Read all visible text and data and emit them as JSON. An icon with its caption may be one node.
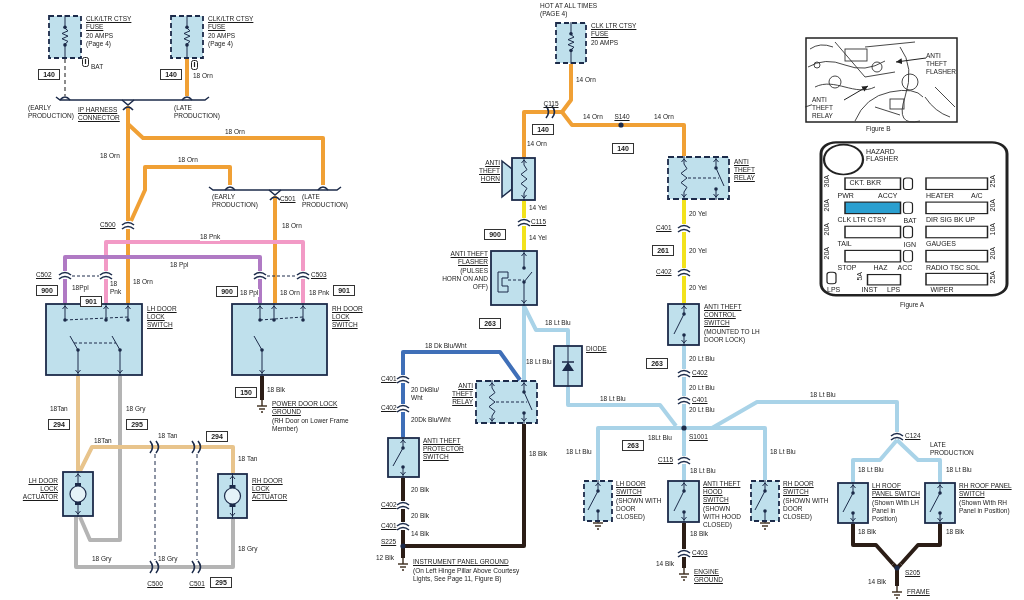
{
  "diagram": {
    "nodes": [
      {
        "text": [
          "CLK/LTR CTSY FUSE",
          "20 AMPS (Page 4)"
        ]
      },
      {
        "text": [
          "CLK/LTR CTSY FUSE",
          "20 AMPS (Page 4)"
        ]
      },
      {
        "text": [
          "(EARLY PRODUCTION)",
          "IP HARNESS CONNECTOR",
          "(LATE PRODUCTION)"
        ]
      },
      {
        "text": [
          "C500"
        ]
      },
      {
        "text": [
          "(EARLY PRODUCTION)",
          "C501",
          "(LATE PRODUCTION)"
        ]
      },
      {
        "text": [
          "LH DOOR LOCK SWITCH"
        ]
      },
      {
        "text": [
          "RH DOOR LOCK SWITCH"
        ]
      },
      {
        "text": [
          "C502"
        ]
      },
      {
        "text": [
          "C503"
        ]
      },
      {
        "text": [
          "POWER DOOR LOCK GROUND",
          "(RH Door on Lower Frame Member)"
        ]
      },
      {
        "text": [
          "LH DOOR LOCK ACTUATOR"
        ]
      },
      {
        "text": [
          "C500"
        ]
      },
      {
        "text": [
          "C501"
        ]
      },
      {
        "text": [
          "RH DOOR LOCK ACTUATOR"
        ]
      },
      {
        "text": [
          "CLK LTR CTSY FUSE",
          "20 AMPS"
        ],
        "beside": [
          "HOT AT ALL TIMES (PAGE 4)"
        ]
      },
      {
        "text": [
          "C115"
        ]
      },
      {
        "text": [
          "ANTI THEFT HORN"
        ]
      },
      {
        "text": [
          "S140"
        ]
      },
      {
        "text": [
          "ANTI THEFT RELAY"
        ]
      },
      {
        "text": [
          "C115"
        ]
      },
      {
        "text": [
          "ANTI THEFT FLASHER",
          "(PULSES HORN ON AND OFF)"
        ]
      },
      {
        "text": [
          "C401"
        ]
      },
      {
        "text": [
          "C402"
        ]
      },
      {
        "text": [
          "ANTI THEFT CONTROL SWITCH",
          "(MOUNTED TO LH DOOR LOCK)"
        ]
      },
      {
        "text": [
          "C402"
        ]
      },
      {
        "text": [
          "C401"
        ]
      },
      {
        "text": [
          "S1001"
        ]
      },
      {
        "text": [
          "DIODE"
        ]
      },
      {
        "text": [
          "ANTI THEFT RELAY"
        ]
      },
      {
        "text": [
          "C401"
        ]
      },
      {
        "text": [
          "C402"
        ]
      },
      {
        "text": [
          "ANTI THEFT PROTECTOR SWITCH"
        ]
      },
      {
        "text": [
          "C402"
        ]
      },
      {
        "text": [
          "C401"
        ]
      },
      {
        "text": [
          "S225"
        ]
      },
      {
        "text": [
          "INSTRUMENT PANEL GROUND",
          "(On Left Hinge Pillar Above Courtesy Lights, See Page 11, Figure B)"
        ]
      },
      {
        "text": [
          "LH DOOR SWITCH",
          "(SHOWN WITH DOOR CLOSED)"
        ]
      },
      {
        "text": [
          "C115"
        ]
      },
      {
        "text": [
          "ANTI THEFT HOOD SWITCH",
          "(SHOWN WITH HOOD CLOSED)"
        ]
      },
      {
        "text": [
          "C403"
        ]
      },
      {
        "text": [
          "ENGINE GROUND"
        ]
      },
      {
        "text": [
          "RH DOOR SWITCH",
          "(SHOWN WITH DOOR CLOSED)"
        ]
      },
      {
        "text": [
          "C124"
        ]
      },
      {
        "text": [
          "LH ROOF PANEL SWITCH",
          "(Shown With LH Panel in Position)"
        ]
      },
      {
        "text": [
          "RH ROOF PANEL SWITCH",
          "(Shown With RH Panel in Position)"
        ]
      },
      {
        "text": [
          "S205"
        ]
      },
      {
        "text": [
          "FRAME"
        ]
      },
      {
        "text": [],
        "shape": "picture"
      },
      {
        "text": [
          "ANTI THEFT FLASHER"
        ],
        "in": 47
      },
      {
        "text": [
          "ANTI THEFT RELAY"
        ],
        "in": 47
      },
      {
        "text": [],
        "shape": "picture"
      },
      {
        "text": [
          "140"
        ]
      },
      {
        "text": [
          "140"
        ]
      },
      {
        "text": [
          "900"
        ]
      },
      {
        "text": [
          "901"
        ]
      },
      {
        "text": [
          "900"
        ]
      },
      {
        "text": [
          "901"
        ]
      },
      {
        "text": [
          "150"
        ]
      },
      {
        "text": [
          "294"
        ]
      },
      {
        "text": [
          "295"
        ]
      },
      {
        "text": [
          "294"
        ]
      },
      {
        "text": [
          "295"
        ]
      },
      {
        "text": [
          "140"
        ]
      },
      {
        "text": [
          "140"
        ]
      },
      {
        "text": [
          "900"
        ]
      },
      {
        "text": [
          "261"
        ]
      },
      {
        "text": [
          "263"
        ]
      },
      {
        "text": [
          "263"
        ]
      },
      {
        "text": [
          "263"
        ]
      }
    ],
    "edges": [
      {
        "from": 0,
        "to": 2,
        "arrow": "none",
        "style": "dashed",
        "color": "#666666"
      },
      {
        "from": 1,
        "to": 2,
        "arrow": "none",
        "label": "18 Orn",
        "color": "#f0a035"
      },
      {
        "from": 2,
        "to": 3,
        "arrow": "none",
        "label": "18 Orn",
        "color": "#f0a035"
      },
      {
        "from": 2,
        "to": 4,
        "arrow": "none",
        "label": "18 Orn",
        "color": "#f0a035"
      },
      {
        "from": 3,
        "to": 4,
        "arrow": "none",
        "label": "18 Orn",
        "color": "#f0a035"
      },
      {
        "from": 3,
        "to": 5,
        "arrow": "none",
        "label": "18 Orn",
        "color": "#f0a035"
      },
      {
        "from": 4,
        "to": 6,
        "arrow": "none",
        "label": "18 Orn",
        "color": "#f0a035"
      },
      {
        "from": 7,
        "to": 8,
        "arrow": "none",
        "label": "18 Pnk",
        "color": "#f29ac6"
      },
      {
        "from": 7,
        "to": 8,
        "arrow": "none",
        "label": "18 Ppl",
        "color": "#b07ac4"
      },
      {
        "from": 7,
        "to": 5,
        "arrow": "none",
        "label": "18Ppl",
        "color": "#b07ac4"
      },
      {
        "from": 7,
        "to": 5,
        "arrow": "none",
        "label": "18 Pnk",
        "color": "#f29ac6"
      },
      {
        "from": 8,
        "to": 6,
        "arrow": "none",
        "label": "18 Ppl",
        "color": "#b07ac4"
      },
      {
        "from": 8,
        "to": 6,
        "arrow": "none",
        "label": "18 Pnk",
        "color": "#f29ac6"
      },
      {
        "from": 6,
        "to": 9,
        "arrow": "none",
        "label": "18 Blk",
        "color": "#2b1d16"
      },
      {
        "from": 5,
        "to": 10,
        "arrow": "none",
        "label": "18Tan",
        "color": "#e8c48c"
      },
      {
        "from": 5,
        "to": 10,
        "arrow": "none",
        "label": "18 Gry",
        "color": "#b4b4b4"
      },
      {
        "from": 10,
        "to": 11,
        "arrow": "none",
        "label": "18Tan",
        "color": "#e8c48c"
      },
      {
        "from": 10,
        "to": 11,
        "arrow": "none",
        "label": "18 Gry",
        "color": "#b4b4b4"
      },
      {
        "from": 11,
        "to": 12,
        "arrow": "none",
        "label": "18 Tan",
        "color": "#e8c48c"
      },
      {
        "from": 11,
        "to": 12,
        "arrow": "none",
        "label": "18 Gry",
        "color": "#b4b4b4"
      },
      {
        "from": 12,
        "to": 13,
        "arrow": "none",
        "label": "18 Tan",
        "color": "#e8c48c"
      },
      {
        "from": 12,
        "to": 13,
        "arrow": "none",
        "label": "18 Gry",
        "color": "#b4b4b4"
      },
      {
        "from": 14,
        "to": 15,
        "arrow": "none",
        "label": "14 Orn",
        "color": "#f0a035"
      },
      {
        "from": 15,
        "to": 16,
        "arrow": "none",
        "label": "14 Orn",
        "color": "#f0a035"
      },
      {
        "from": 15,
        "to": 17,
        "arrow": "none",
        "label": "14 Orn",
        "color": "#f0a035"
      },
      {
        "from": 17,
        "to": 18,
        "arrow": "none",
        "label": "14 Orn",
        "color": "#f0a035"
      },
      {
        "from": 16,
        "to": 19,
        "arrow": "none",
        "label": "14 Yel",
        "color": "#f2e21c"
      },
      {
        "from": 19,
        "to": 20,
        "arrow": "none",
        "label": "14 Yel",
        "color": "#f2e21c"
      },
      {
        "from": 18,
        "to": 21,
        "arrow": "none",
        "label": "20 Yel",
        "color": "#f2e21c"
      },
      {
        "from": 21,
        "to": 22,
        "arrow": "none",
        "label": "20 Yel",
        "color": "#f2e21c"
      },
      {
        "from": 22,
        "to": 23,
        "arrow": "none",
        "label": "20 Yel",
        "color": "#f2e21c"
      },
      {
        "from": 23,
        "to": 24,
        "arrow": "none",
        "label": "20 Lt Blu"
      },
      {
        "from": 24,
        "to": 25,
        "arrow": "none",
        "label": "20 Lt Blu"
      },
      {
        "from": 25,
        "to": 26,
        "arrow": "none",
        "label": "20 Lt Blu"
      },
      {
        "from": 20,
        "to": 28,
        "arrow": "none",
        "label": "18 Lt Blu"
      },
      {
        "from": 20,
        "to": 27,
        "arrow": "none",
        "label": "18 Lt Blu"
      },
      {
        "from": 27,
        "to": 26,
        "arrow": "none",
        "label": "18 Lt Blu"
      },
      {
        "from": 28,
        "to": 29,
        "arrow": "none",
        "label": "18 Dk Blu/Wht",
        "color": "#3f6fb8"
      },
      {
        "from": 29,
        "to": 30,
        "arrow": "none",
        "label": "20 DkBlu/ Wht",
        "color": "#3f6fb8"
      },
      {
        "from": 30,
        "to": 31,
        "arrow": "none",
        "label": "20Dk Blu/Wht",
        "color": "#3f6fb8"
      },
      {
        "from": 31,
        "to": 32,
        "arrow": "none",
        "label": "20 Blk",
        "color": "#2b1d16"
      },
      {
        "from": 32,
        "to": 33,
        "arrow": "none",
        "label": "20 Blk",
        "color": "#2b1d16"
      },
      {
        "from": 33,
        "to": 34,
        "arrow": "none",
        "label": "14 Blk",
        "color": "#2b1d16"
      },
      {
        "from": 34,
        "to": 35,
        "arrow": "none",
        "label": "12 Blk",
        "color": "#2b1d16"
      },
      {
        "from": 28,
        "to": 34,
        "arrow": "none",
        "label": "18 Blk",
        "color": "#2b1d16"
      },
      {
        "from": 26,
        "to": 36,
        "arrow": "none",
        "label": "18 Lt Blu"
      },
      {
        "from": 26,
        "to": 37,
        "arrow": "none",
        "label": "18Lt Blu"
      },
      {
        "from": 37,
        "to": 38,
        "arrow": "none",
        "label": "18 Lt Blu"
      },
      {
        "from": 38,
        "to": 39,
        "arrow": "none",
        "label": "18 Blk",
        "color": "#2b1d16"
      },
      {
        "from": 39,
        "to": 40,
        "arrow": "none",
        "label": "14 Blk",
        "color": "#2b1d16"
      },
      {
        "from": 26,
        "to": 41,
        "arrow": "none",
        "label": "18 Lt Blu"
      },
      {
        "from": 26,
        "to": 42,
        "arrow": "none",
        "label": "18 Lt Blu"
      },
      {
        "from": 42,
        "to": 43,
        "arrow": "none",
        "label": "18 Lt Blu"
      },
      {
        "from": 42,
        "to": 44,
        "arrow": "none",
        "label": "18 Lt Blu"
      },
      {
        "from": 43,
        "to": 45,
        "arrow": "none",
        "label": "18 Blk",
        "color": "#2b1d16"
      },
      {
        "from": 44,
        "to": 45,
        "arrow": "none",
        "label": "18 Blk",
        "color": "#2b1d16"
      },
      {
        "from": 45,
        "to": 46,
        "arrow": "none",
        "label": "14 Blk",
        "color": "#2b1d16"
      },
      {
        "from": 48,
        "to": null,
        "arrow": "to",
        "color": "#222222"
      },
      {
        "from": 49,
        "to": null,
        "arrow": "to",
        "color": "#222222"
      }
    ],
    "labels": [
      "BAT",
      "18 Orn",
      "Figure B",
      "HAZARD FLASHER",
      "30A",
      "CKT. BKR",
      "25A",
      "PWR",
      "ACCY",
      "HEATER",
      "A/C",
      "20A",
      "BAT",
      "20A",
      "CLK LTR CTSY",
      "DIR SIG BK UP",
      "20A",
      "10A",
      "TAIL",
      "IGN",
      "GAUGES",
      "20A",
      "20A",
      "STOP",
      "HAZ",
      "ACC",
      "RADIO TSC SOL",
      "5A",
      "25A",
      "LPS",
      "INST",
      "LPS",
      "WIPER",
      "Figure A",
      "LATE PRODUCTION"
    ]
  }
}
